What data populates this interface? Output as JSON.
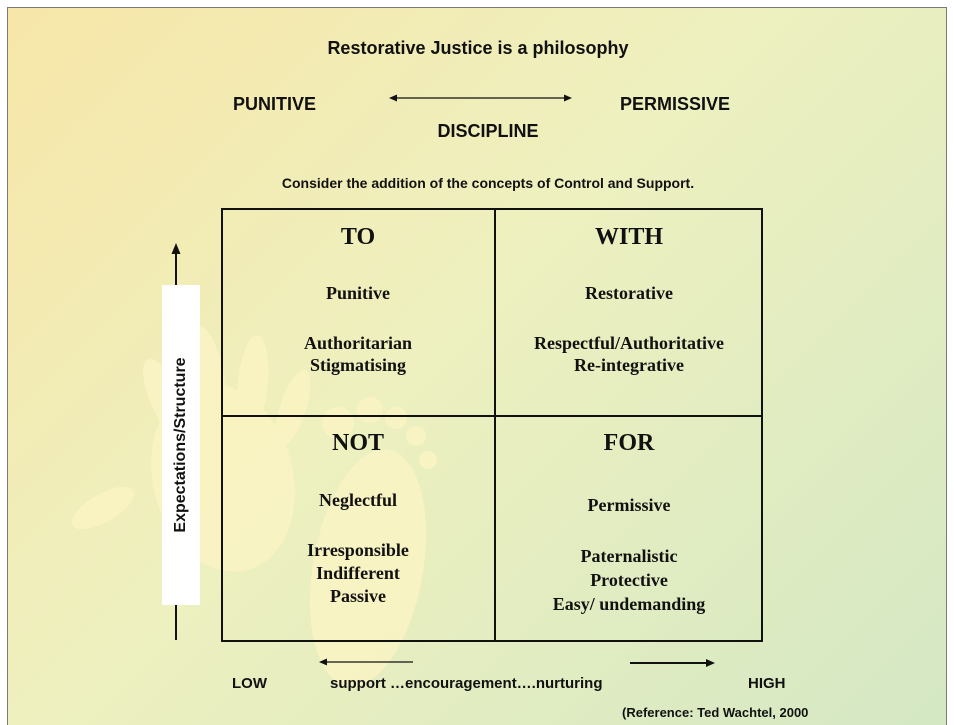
{
  "title": "Restorative Justice is a philosophy",
  "spectrum": {
    "left": "PUNITIVE",
    "right": "PERMISSIVE",
    "center": "DISCIPLINE"
  },
  "consider": "Consider the addition of the concepts of Control and Support.",
  "quadrants": {
    "top_left": {
      "head": "TO",
      "lines": [
        "Punitive",
        "Authoritarian",
        "Stigmatising"
      ]
    },
    "top_right": {
      "head": "WITH",
      "lines": [
        "Restorative",
        "Respectful/Authoritative",
        "Re-integrative"
      ]
    },
    "bottom_left": {
      "head": "NOT",
      "lines": [
        "Neglectful",
        "Irresponsible",
        "Indifferent",
        "Passive"
      ]
    },
    "bottom_right": {
      "head": "FOR",
      "lines": [
        "Permissive",
        "Paternalistic",
        "Protective",
        "Easy/ undemanding"
      ]
    }
  },
  "y_axis_label": "Expectations/Structure",
  "x_axis": {
    "low": "LOW",
    "middle": "support …encouragement….nurturing",
    "high": "HIGH"
  },
  "reference": "(Reference: Ted Wachtel, 2000"
}
